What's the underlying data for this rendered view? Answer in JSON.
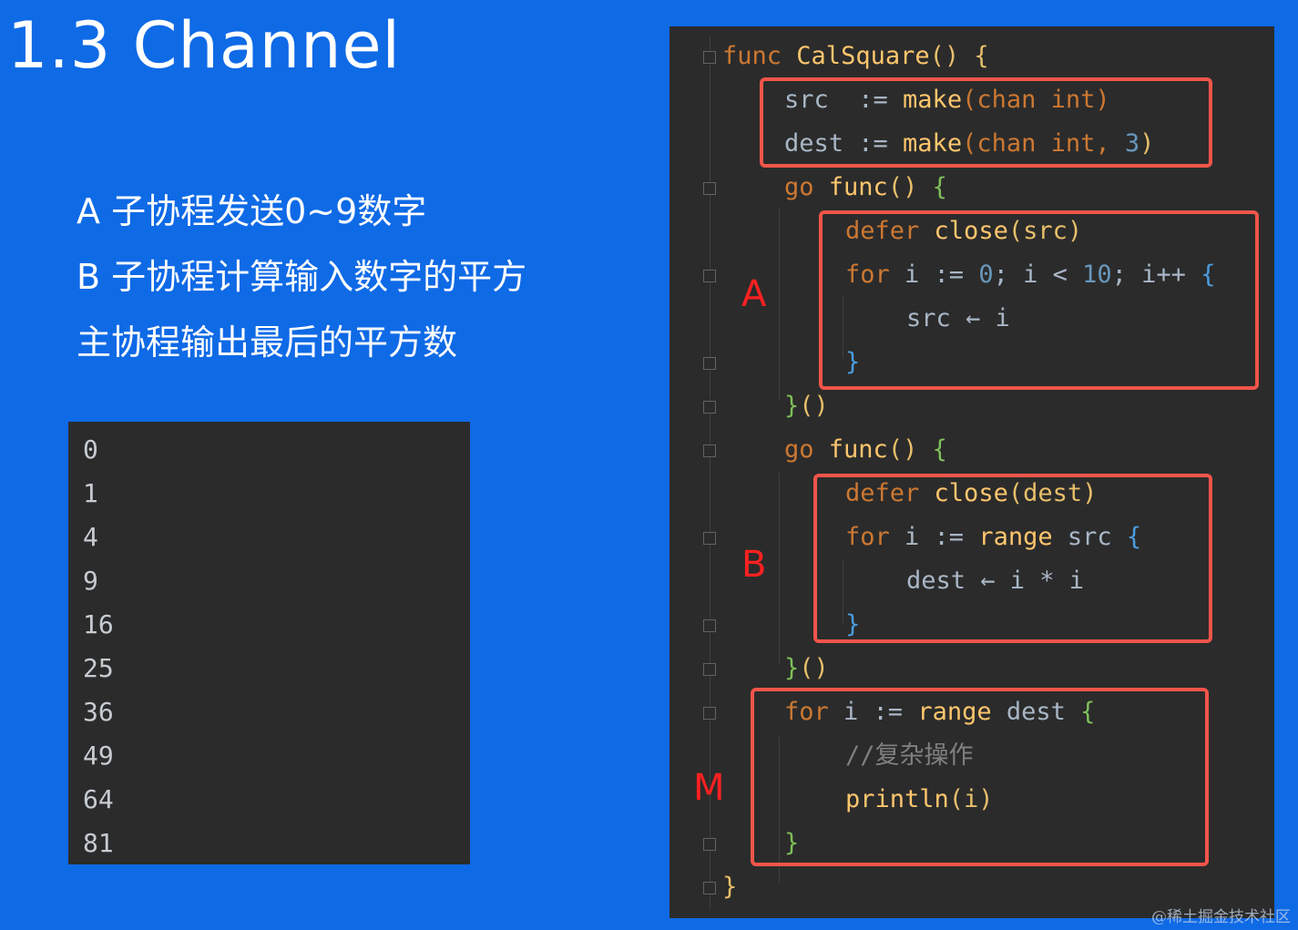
{
  "title": "1.3 Channel",
  "bullets": [
    "A 子协程发送0~9数字",
    "B 子协程计算输入数字的平方",
    "主协程输出最后的平方数"
  ],
  "output_lines": [
    "0",
    "1",
    "4",
    "9",
    "16",
    "25",
    "36",
    "49",
    "64",
    "81"
  ],
  "code": {
    "l1": {
      "kw": "func",
      "fn": "CalSquare",
      "rest": "() {"
    },
    "l2": {
      "pl": "src  := ",
      "fn": "make",
      "kw": "(chan int)"
    },
    "l3": {
      "pl": "dest := ",
      "fn": "make",
      "kw": "(chan int, ",
      "num": "3",
      "end": ")"
    },
    "l4": {
      "kw": "go ",
      "fn": "func",
      "rest": "() ",
      "brace": "{"
    },
    "l5": {
      "kw": "defer ",
      "fn": "close",
      "rest": "(src)"
    },
    "l6": {
      "kw": "for ",
      "pl": "i := ",
      "num1": "0",
      "mid": "; i < ",
      "num2": "10",
      "end": "; i++ ",
      "brace": "{"
    },
    "l7": {
      "pl": "src ← i"
    },
    "l8": {
      "brace": "}"
    },
    "l9": {
      "brace": "}",
      "rest": "()"
    },
    "l10": {
      "kw": "go ",
      "fn": "func",
      "rest": "() ",
      "brace": "{"
    },
    "l11": {
      "kw": "defer ",
      "fn": "close",
      "rest": "(dest)"
    },
    "l12": {
      "kw": "for ",
      "pl": "i := ",
      "kw2": "range ",
      "pl2": "src ",
      "brace": "{"
    },
    "l13": {
      "pl": "dest ← i * i"
    },
    "l14": {
      "brace": "}"
    },
    "l15": {
      "brace": "}",
      "rest": "()"
    },
    "l16": {
      "kw": "for ",
      "pl": "i := ",
      "kw2": "range ",
      "pl2": "dest ",
      "brace": "{"
    },
    "l17": {
      "cm": "//复杂操作"
    },
    "l18": {
      "fn": "println",
      "rest": "(i)"
    },
    "l19": {
      "brace": "}"
    },
    "l20": {
      "brace": "}"
    }
  },
  "markers": {
    "a": "A",
    "b": "B",
    "m": "M"
  },
  "watermark": "@稀土掘金技术社区",
  "colors": {
    "background": "#0f6ae6",
    "panel": "#2b2b2b",
    "highlight": "#f2554a",
    "marker": "#ff2020"
  }
}
